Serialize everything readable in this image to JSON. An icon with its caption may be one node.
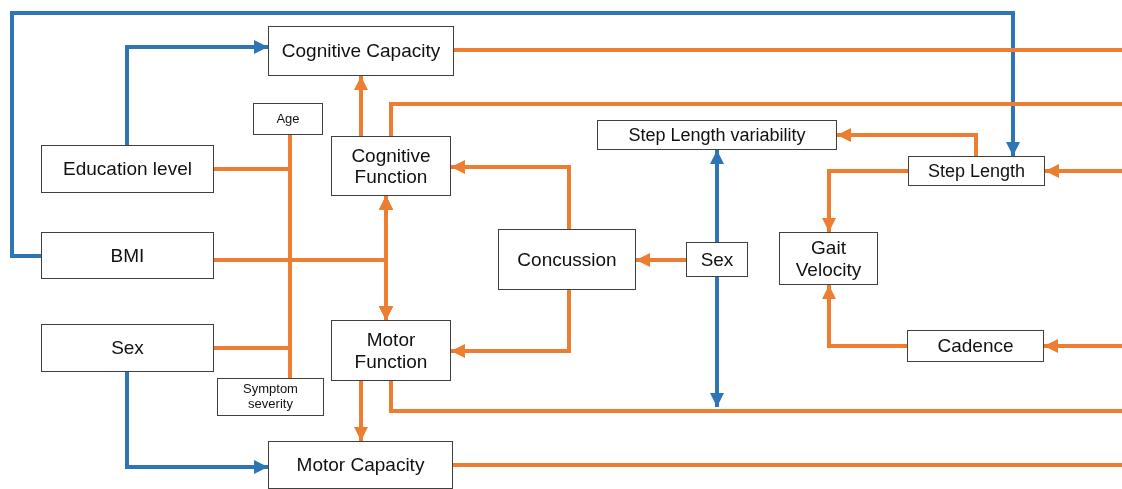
{
  "diagram": {
    "nodes": [
      {
        "text": [
          "Cognitive Capacity"
        ]
      },
      {
        "text": [
          "Age"
        ]
      },
      {
        "text": [
          "Education level"
        ]
      },
      {
        "text": [
          "Cognitive Function"
        ]
      },
      {
        "text": [
          "Step Length variability"
        ]
      },
      {
        "text": [
          "Step Length"
        ]
      },
      {
        "text": [
          "BMI"
        ]
      },
      {
        "text": [
          "Concussion"
        ]
      },
      {
        "text": [
          "Sex"
        ]
      },
      {
        "text": [
          "Gait Velocity"
        ]
      },
      {
        "text": [
          "Sex"
        ]
      },
      {
        "text": [
          "Motor Function"
        ]
      },
      {
        "text": [
          "Cadence"
        ]
      },
      {
        "text": [
          "Symptom severity"
        ]
      },
      {
        "text": [
          "Motor Capacity"
        ]
      }
    ],
    "edges": [
      {
        "from": 2,
        "to": 0,
        "arrow": "to",
        "color": "#2e75b6"
      },
      {
        "from": 6,
        "to": 5,
        "arrow": "to",
        "color": "#2e75b6"
      },
      {
        "from": 10,
        "to": 14,
        "arrow": "to",
        "color": "#2e75b6"
      },
      {
        "from": 0,
        "to": null,
        "arrow": "none"
      },
      {
        "from": 3,
        "to": 0,
        "arrow": "to"
      },
      {
        "from": 3,
        "to": null,
        "arrow": "none"
      },
      {
        "from": 7,
        "to": 3,
        "arrow": "to"
      },
      {
        "from": 7,
        "to": 11,
        "arrow": "to"
      },
      {
        "from": 8,
        "to": 7,
        "arrow": "to"
      },
      {
        "from": 8,
        "to": 4,
        "arrow": "to",
        "color": "#2e75b6"
      },
      {
        "from": 8,
        "to": null,
        "arrow": "to",
        "color": "#2e75b6"
      },
      {
        "from": 5,
        "to": 4,
        "arrow": "to"
      },
      {
        "from": 5,
        "to": 9,
        "arrow": "to"
      },
      {
        "from": 12,
        "to": 9,
        "arrow": "to"
      },
      {
        "from": null,
        "to": 5,
        "arrow": "to"
      },
      {
        "from": null,
        "to": 12,
        "arrow": "to"
      },
      {
        "from": 11,
        "to": null,
        "arrow": "none"
      },
      {
        "from": 11,
        "to": 14,
        "arrow": "to"
      },
      {
        "from": 14,
        "to": null,
        "arrow": "none"
      },
      {
        "from": 1,
        "to": 3,
        "arrow": "to"
      },
      {
        "from": 1,
        "to": 11,
        "arrow": "to"
      },
      {
        "from": 2,
        "to": 3,
        "arrow": "to"
      },
      {
        "from": 2,
        "to": 11,
        "arrow": "to"
      },
      {
        "from": 6,
        "to": 3,
        "arrow": "to"
      },
      {
        "from": 6,
        "to": 11,
        "arrow": "to"
      },
      {
        "from": 10,
        "to": 3,
        "arrow": "to"
      },
      {
        "from": 10,
        "to": 11,
        "arrow": "to"
      },
      {
        "from": 13,
        "to": 3,
        "arrow": "to"
      },
      {
        "from": 13,
        "to": 11,
        "arrow": "to"
      }
    ]
  }
}
